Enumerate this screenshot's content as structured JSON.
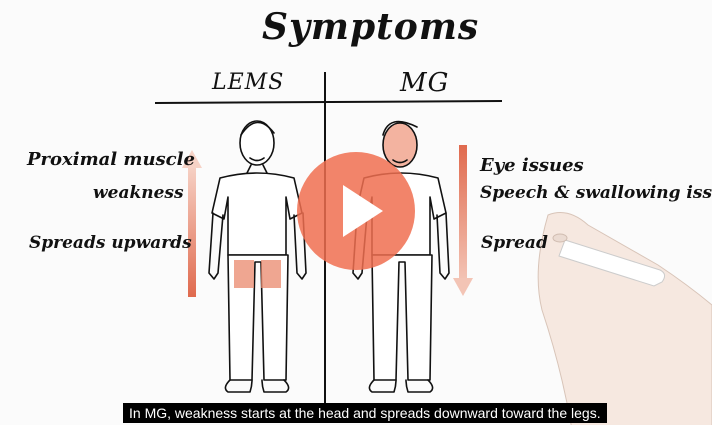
{
  "board": {
    "title": "Symptoms",
    "lems": {
      "heading": "LEMS",
      "line1": "Proximal muscle",
      "line2": "weakness",
      "line3": "Spreads upwards"
    },
    "mg": {
      "heading": "MG",
      "line1": "Eye issues",
      "line2": "Speech & swallowing issues",
      "line3": "Spread"
    }
  },
  "player": {
    "play_icon": "play-icon",
    "accent_color": "#f06e50"
  },
  "caption": {
    "text": "In MG, weakness starts at the head and spreads downward toward the legs."
  }
}
